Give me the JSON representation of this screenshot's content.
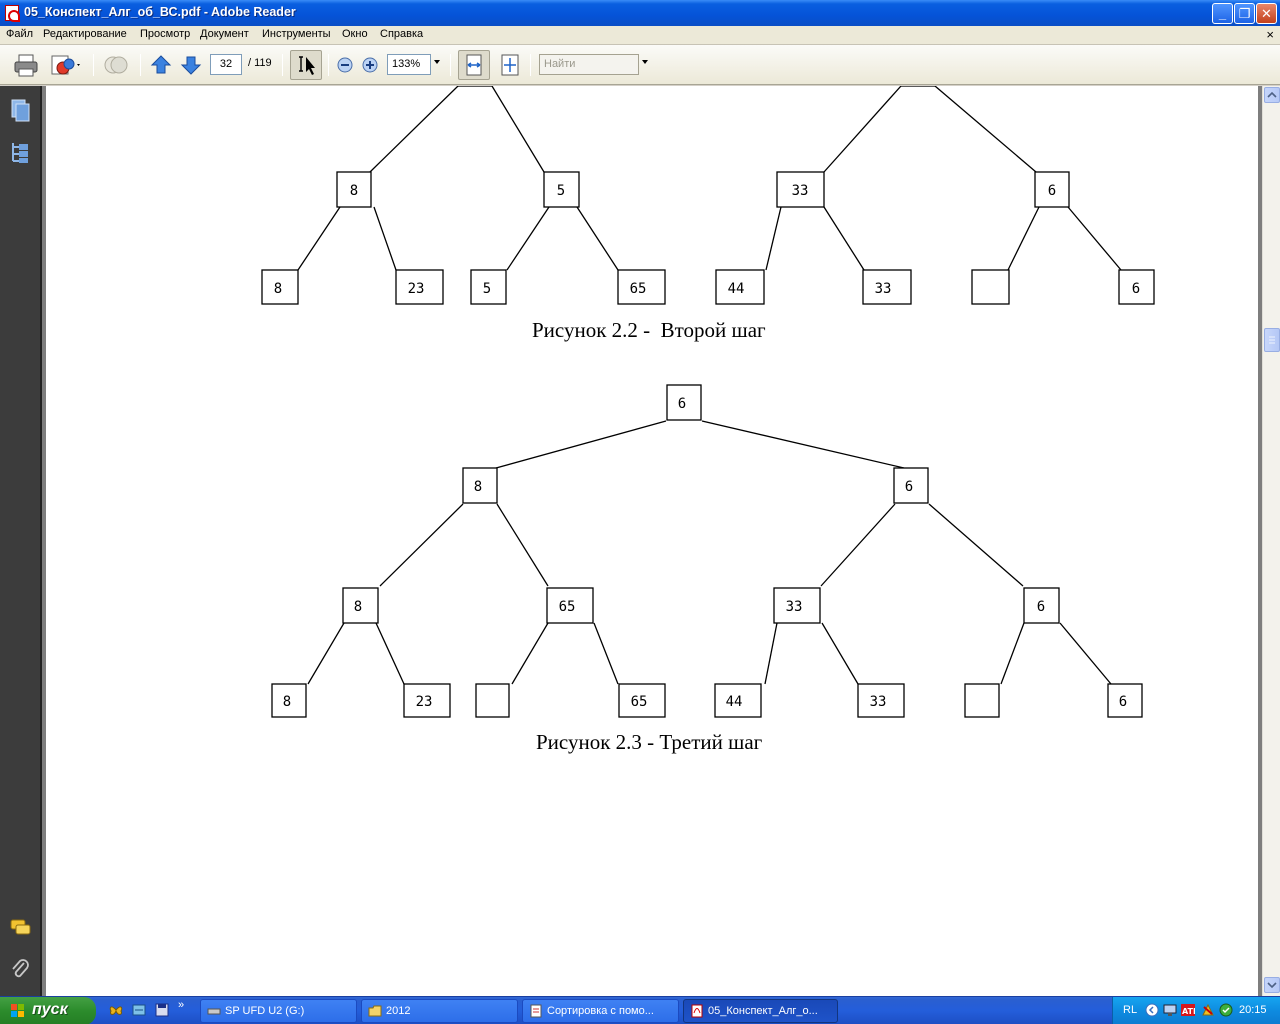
{
  "window": {
    "title": "05_Конспект_Алг_об_ВС.pdf - Adobe Reader",
    "minimize": "_",
    "maximize": "❐",
    "close": "✕"
  },
  "menu": {
    "items": [
      "Файл",
      "Редактирование",
      "Просмотр",
      "Документ",
      "Инструменты",
      "Окно",
      "Справка"
    ],
    "close_doc": "×"
  },
  "toolbar": {
    "page_current": "32",
    "page_total": "/ 119",
    "zoom": "133%",
    "find_placeholder": "Найти"
  },
  "document": {
    "figure_2_2": {
      "caption": "Рисунок 2.2 -  Второй шаг",
      "level1": [
        "8",
        "5",
        "33",
        "6"
      ],
      "level2": [
        "8",
        "23",
        "5",
        "65",
        "44",
        "33",
        "",
        "6"
      ]
    },
    "figure_2_3": {
      "caption": "Рисунок 2.3 - Третий шаг",
      "root": "6",
      "level1": [
        "8",
        "6"
      ],
      "level2": [
        "8",
        "65",
        "33",
        "6"
      ],
      "level3": [
        "8",
        "23",
        "",
        "65",
        "44",
        "33",
        "",
        "6"
      ]
    }
  },
  "taskbar": {
    "start_label": "пуск",
    "tasks": [
      "SP UFD U2 (G:)",
      "2012",
      "Сортировка с помо...",
      "05_Конспект_Алг_о..."
    ],
    "language": "RL",
    "clock": "20:15"
  },
  "colors": {
    "titlebar": "#0553d8",
    "taskbar": "#245edb",
    "start_button": "#2c8c2c",
    "tray": "#0e8be0",
    "nav_panel": "#3c3c3c",
    "doc_background": "#7e7e7e"
  }
}
